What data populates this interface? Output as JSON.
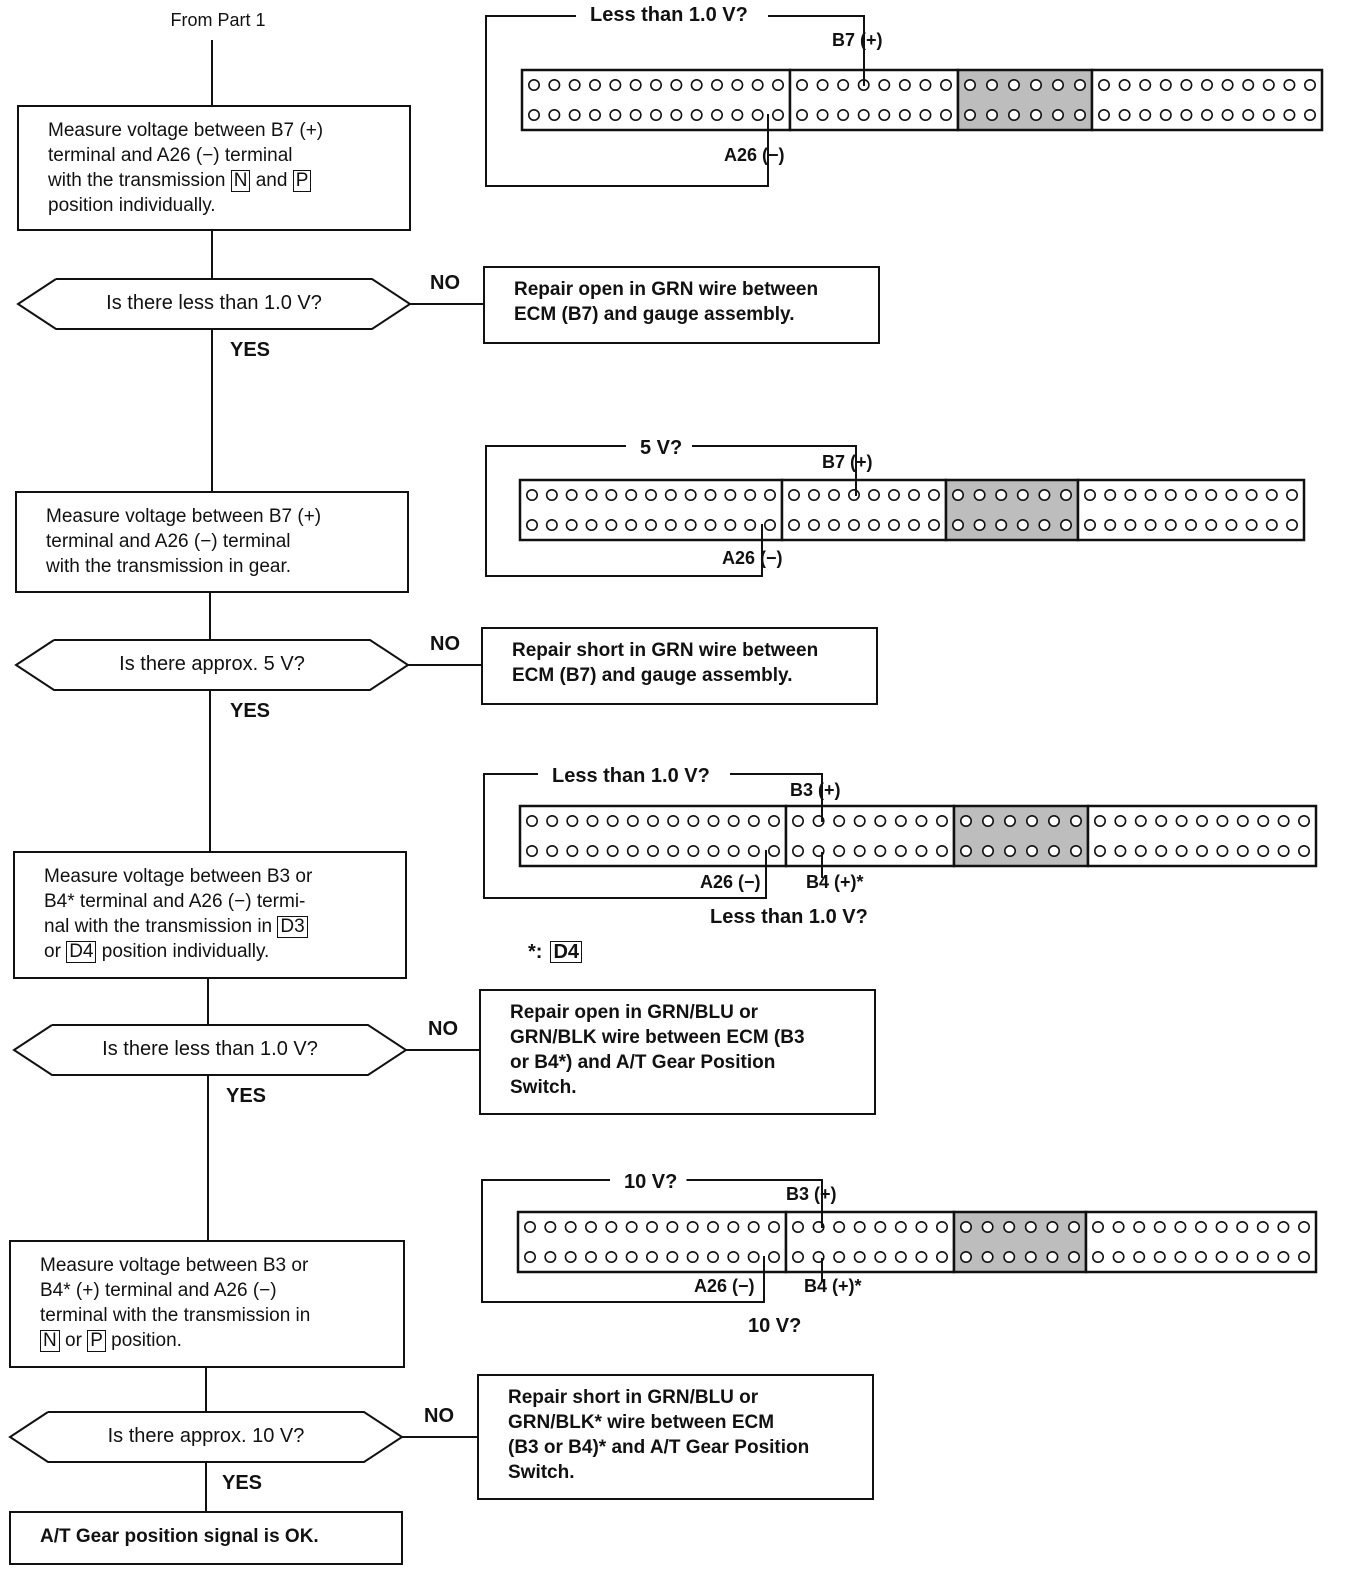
{
  "start_label": "From Part 1",
  "steps": [
    {
      "measure_lines": [
        "Measure voltage between B7 (+)",
        "terminal and A26 (−) terminal",
        "with the transmission [N] and [P]",
        "position individually."
      ],
      "question": "Is there less than 1.0 V?",
      "no_label": "NO",
      "yes_label": "YES",
      "repair_lines": [
        "Repair open in GRN wire between",
        "ECM (B7) and gauge assembly."
      ],
      "connector": {
        "meter_label": "Less than 1.0 V?",
        "plus_pin": "B7 (+)",
        "minus_pin": "A26 (−)"
      }
    },
    {
      "measure_lines": [
        "Measure voltage between B7 (+)",
        "terminal and A26 (−) terminal",
        "with the transmission in gear."
      ],
      "question": "Is there approx. 5 V?",
      "no_label": "NO",
      "yes_label": "YES",
      "repair_lines": [
        "Repair short in GRN wire between",
        "ECM (B7) and gauge assembly."
      ],
      "connector": {
        "meter_label": "5 V?",
        "plus_pin": "B7 (+)",
        "minus_pin": "A26 (−)"
      }
    },
    {
      "measure_lines": [
        "Measure voltage between B3 or",
        "B4* terminal and A26 (−) termi-",
        "nal with the transmission in [D3]",
        "or [D4] position individually."
      ],
      "question": "Is there less than 1.0 V?",
      "no_label": "NO",
      "yes_label": "YES",
      "repair_lines": [
        "Repair open in GRN/BLU or",
        "GRN/BLK wire between ECM (B3",
        "or B4*) and A/T Gear Position",
        "Switch."
      ],
      "connector": {
        "meter_label": "Less than 1.0 V?",
        "plus_pin": "B3 (+)",
        "minus_pin": "A26 (−)",
        "alt_pin": "B4 (+)*",
        "alt_meter_label": "Less than 1.0 V?",
        "footnote_mark": "*:",
        "footnote_gear": "D4"
      }
    },
    {
      "measure_lines": [
        "Measure voltage between B3 or",
        "B4* (+) terminal and A26 (−)",
        "terminal with the transmission in",
        "[N] or [P] position."
      ],
      "question": "Is there approx. 10 V?",
      "no_label": "NO",
      "yes_label": "YES",
      "repair_lines": [
        "Repair short in GRN/BLU or",
        "GRN/BLK* wire between ECM",
        "(B3 or B4)* and A/T Gear Position",
        "Switch."
      ],
      "connector": {
        "meter_label": "10 V?",
        "plus_pin": "B3 (+)",
        "minus_pin": "A26 (−)",
        "alt_pin": "B4 (+)*",
        "alt_meter_label": "10 V?"
      }
    }
  ],
  "end_label": "A/T Gear position signal is OK."
}
